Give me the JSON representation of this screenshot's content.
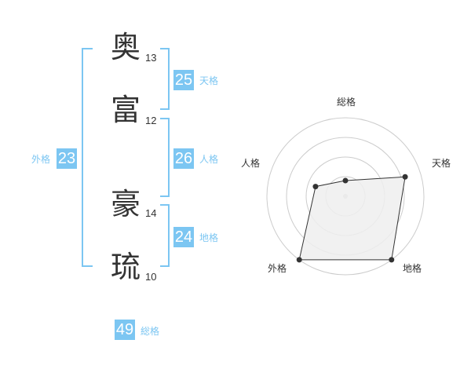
{
  "name": {
    "chars": [
      {
        "char": "奥",
        "strokes": "13"
      },
      {
        "char": "富",
        "strokes": "12"
      },
      {
        "char": "豪",
        "strokes": "14"
      },
      {
        "char": "琉",
        "strokes": "10"
      }
    ]
  },
  "fortune": {
    "tenkaku": {
      "label": "天格",
      "value": "25"
    },
    "jinkaku": {
      "label": "人格",
      "value": "26"
    },
    "chikaku": {
      "label": "地格",
      "value": "24"
    },
    "gaikaku": {
      "label": "外格",
      "value": "23"
    },
    "soukaku": {
      "label": "総格",
      "value": "49"
    }
  },
  "colors": {
    "accent": "#7cc6f2",
    "text": "#333333",
    "radar_fill": "#eeeeee",
    "radar_grid": "#cccccc"
  },
  "chart_data": {
    "type": "radar",
    "axes": [
      "総格",
      "天格",
      "地格",
      "外格",
      "人格"
    ],
    "values": [
      1,
      4,
      5,
      5,
      2
    ],
    "range": [
      0,
      5
    ],
    "rings": 4
  }
}
